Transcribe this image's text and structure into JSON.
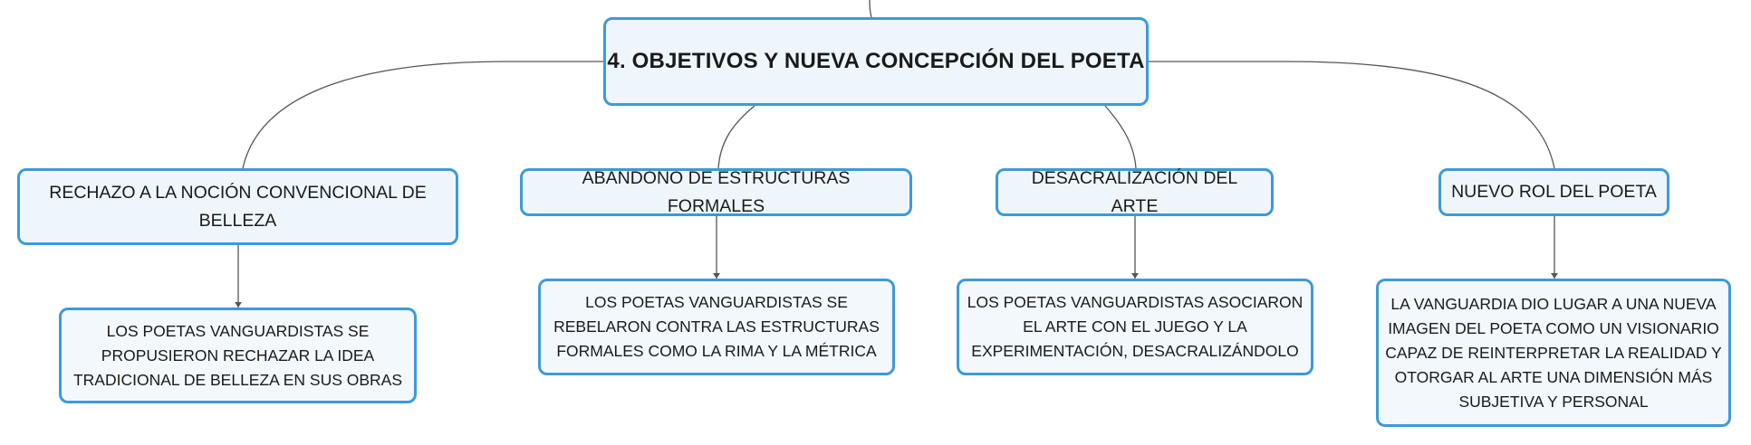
{
  "map": {
    "root": "4. OBJETIVOS Y NUEVA CONCEPCIÓN DEL POETA",
    "branches": [
      {
        "title": "RECHAZO A LA NOCIÓN CONVENCIONAL DE BELLEZA",
        "detail": "LOS POETAS VANGUARDISTAS SE PROPUSIERON RECHAZAR LA IDEA TRADICIONAL DE BELLEZA EN SUS OBRAS"
      },
      {
        "title": "ABANDONO DE ESTRUCTURAS FORMALES",
        "detail": "LOS POETAS VANGUARDISTAS SE REBELARON CONTRA LAS ESTRUCTURAS FORMALES COMO LA RIMA Y LA MÉTRICA"
      },
      {
        "title": "DESACRALIZACIÓN DEL ARTE",
        "detail": "LOS POETAS VANGUARDISTAS ASOCIARON EL ARTE CON EL JUEGO Y LA EXPERIMENTACIÓN, DESACRALIZÁNDOLO"
      },
      {
        "title": "NUEVO ROL DEL POETA",
        "detail": "LA VANGUARDIA DIO LUGAR A UNA NUEVA IMAGEN DEL POETA COMO UN VISIONARIO CAPAZ DE REINTERPRETAR LA REALIDAD Y OTORGAR AL ARTE UNA DIMENSIÓN MÁS SUBJETIVA Y PERSONAL"
      }
    ]
  },
  "colors": {
    "node_border": "#3d9ad8",
    "node_fill": "#eef6fc",
    "connector": "#555555",
    "text": "#1a1a1a"
  }
}
